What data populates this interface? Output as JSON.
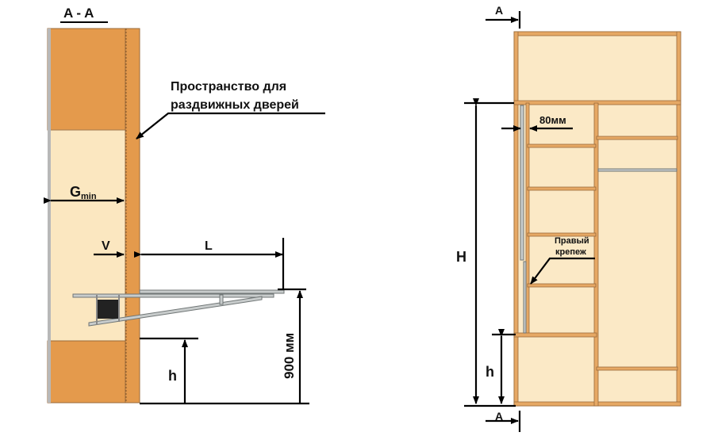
{
  "left_view": {
    "section_label": "A - A",
    "space_label_line1": "Пространство для",
    "space_label_line2": "раздвижных дверей",
    "gmin_label": "G",
    "gmin_sub": "min",
    "v_label": "V",
    "l_label": "L",
    "h_label": "h",
    "height_label": "900 мм"
  },
  "right_view": {
    "a_top": "A",
    "a_bottom": "A",
    "H_label": "H",
    "h_label": "h",
    "width_label": "80мм",
    "mount_line1": "Правый",
    "mount_line2": "крепеж"
  },
  "colors": {
    "wood": "#e49a4c",
    "interior": "#fbe7c0"
  }
}
